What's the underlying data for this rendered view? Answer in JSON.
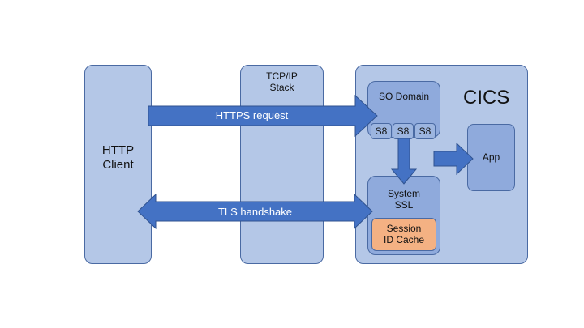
{
  "client": {
    "label": "HTTP\nClient"
  },
  "stack": {
    "label": "TCP/IP\nStack"
  },
  "cics": {
    "title": "CICS",
    "so_domain": {
      "label": "SO Domain",
      "s8_slots": [
        "S8",
        "S8",
        "S8"
      ]
    },
    "app": {
      "label": "App"
    },
    "system_ssl": {
      "label": "System\nSSL"
    },
    "session_cache": {
      "label": "Session\nID Cache"
    }
  },
  "arrows": {
    "https_request": "HTTPS request",
    "tls_handshake": "TLS handshake"
  },
  "colors": {
    "light_box": "#b4c7e7",
    "mid_box": "#8faadc",
    "arrow": "#4472c4",
    "cache": "#f4b183"
  }
}
